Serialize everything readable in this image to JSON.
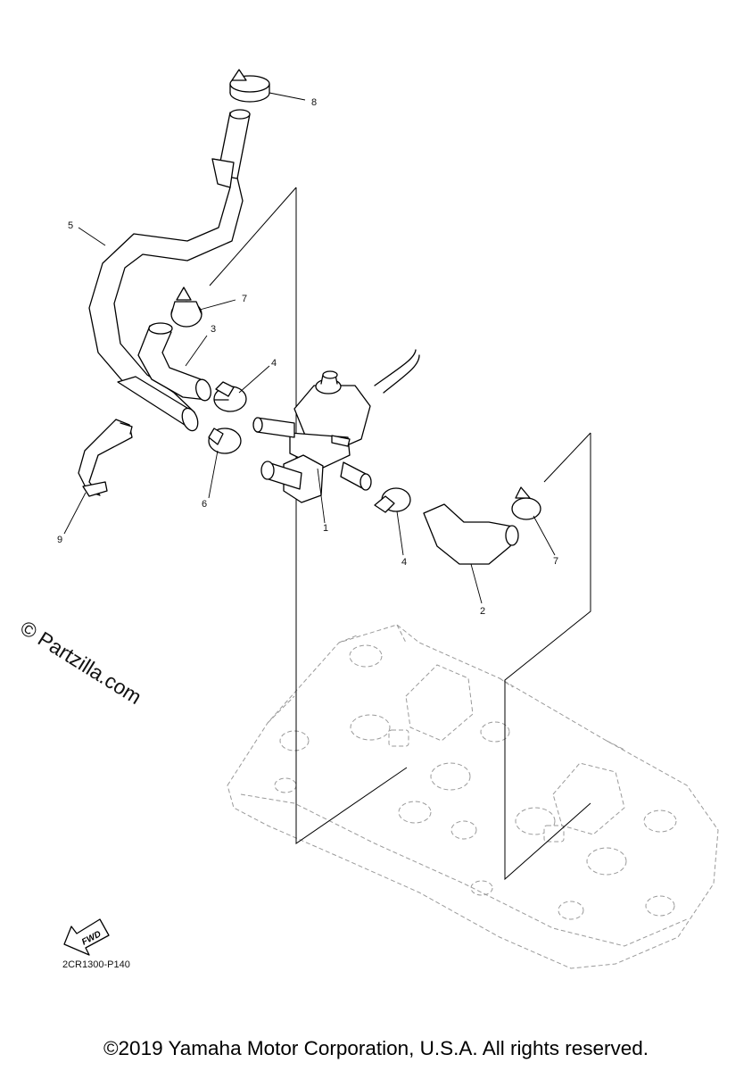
{
  "diagram": {
    "callouts": [
      "8",
      "5",
      "7",
      "3",
      "4",
      "1",
      "6",
      "9",
      "4",
      "7",
      "2"
    ],
    "fwd_badge": "FWD",
    "code": "2CR1300-P140"
  },
  "watermark": "© Partzilla.com",
  "copyright": "©2019 Yamaha Motor Corporation, U.S.A. All rights reserved."
}
